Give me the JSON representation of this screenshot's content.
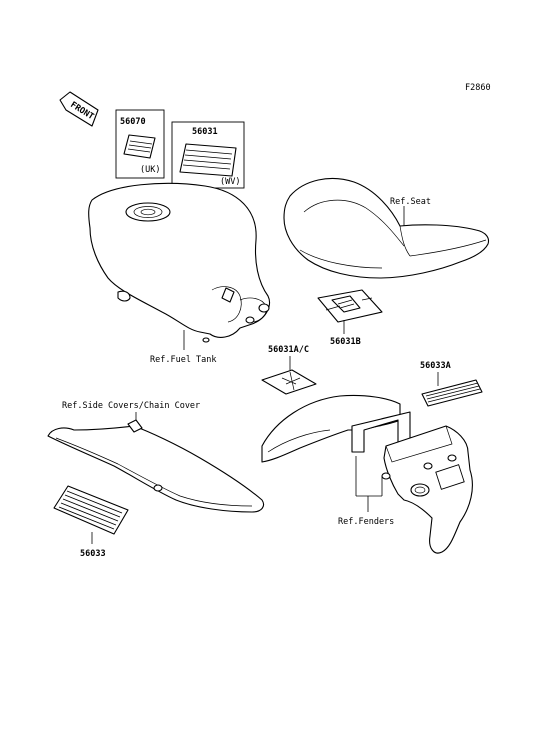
{
  "figure_code": "F2860",
  "front_label": "FRONT",
  "parts": {
    "p56070": {
      "code": "56070",
      "note": "(UK)"
    },
    "p56031": {
      "code": "56031",
      "note": "(WV)"
    },
    "p56031b": {
      "code": "56031B"
    },
    "p56031ac": {
      "code": "56031A/C"
    },
    "p56033a": {
      "code": "56033A"
    },
    "p56033": {
      "code": "56033"
    }
  },
  "refs": {
    "seat": "Ref.Seat",
    "fuel_tank": "Ref.Fuel Tank",
    "side_covers": "Ref.Side Covers/Chain Cover",
    "fenders": "Ref.Fenders"
  }
}
